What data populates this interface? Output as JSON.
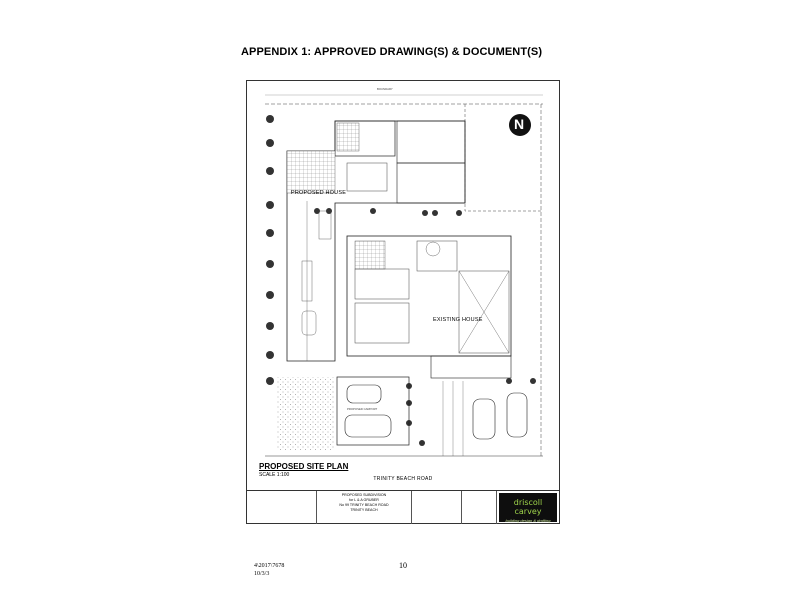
{
  "heading": "APPENDIX 1:  APPROVED DRAWING(S) & DOCUMENT(S)",
  "plan": {
    "caption": "PROPOSED SITE PLAN",
    "scale": "SCALE 1:100",
    "road": "TRINITY BEACH ROAD",
    "labels": {
      "proposed_house": "PROPOSED HOUSE",
      "existing_house": "EXISTING HOUSE",
      "carport": "PROPOSED CARPORT",
      "boundary": "BOUNDARY",
      "north": "N"
    },
    "title_block": {
      "project_lines": [
        "PROPOSED SUBDIVISION",
        "for L & A GRUBER",
        "No 99 TRINITY BEACH ROAD",
        "TRINITY BEACH"
      ],
      "brand_name": "driscoll carvey",
      "brand_tagline": "building design & drafting"
    }
  },
  "footer": {
    "ref_line1": "4\\2017\\7678",
    "ref_line2": "10/3/3",
    "page_number": "10"
  }
}
